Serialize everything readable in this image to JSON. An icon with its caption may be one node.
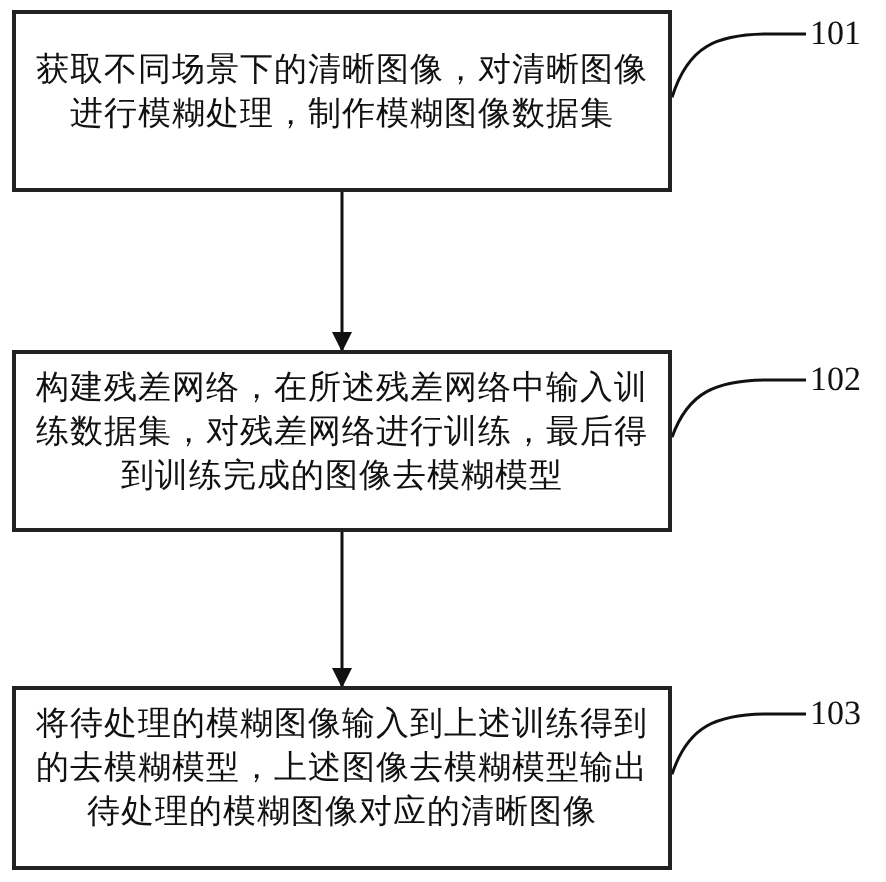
{
  "diagram": {
    "nodes": [
      {
        "text": [
          "获取不同场景下的清晰图像，对清晰图像进行模糊处理，制作模糊图像数据集"
        ]
      },
      {
        "text": [
          "构建残差网络，在所述残差网络中输入训练数据集，对残差网络进行训练，最后得到训练完成的图像去模糊模型"
        ]
      },
      {
        "text": [
          "将待处理的模糊图像输入到上述训练得到的去模糊模型，上述图像去模糊模型输出待处理的模糊图像对应的清晰图像"
        ]
      },
      {
        "text": [
          "101"
        ]
      },
      {
        "text": [
          "102"
        ]
      },
      {
        "text": [
          "103"
        ]
      }
    ],
    "edges": [
      {
        "from": 0,
        "to": 1,
        "arrow": "to"
      },
      {
        "from": 1,
        "to": 2,
        "arrow": "to"
      },
      {
        "from": 3,
        "to": 0,
        "arrow": "none"
      },
      {
        "from": 4,
        "to": 1,
        "arrow": "none"
      },
      {
        "from": 5,
        "to": 2,
        "arrow": "none"
      }
    ]
  }
}
